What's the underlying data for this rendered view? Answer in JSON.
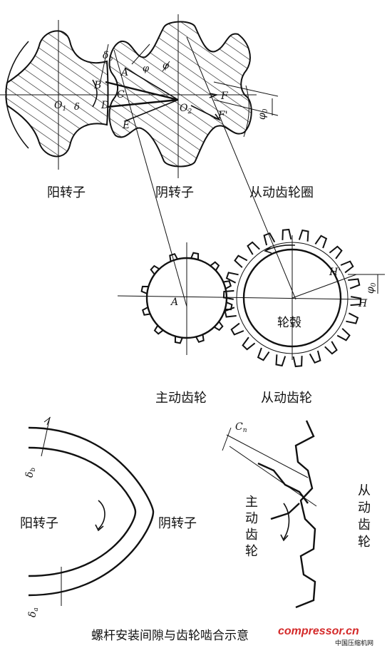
{
  "top": {
    "label_left": "阳转子",
    "label_right": "阴转子",
    "label_ring": "从动齿轮圈",
    "symbols": {
      "delta_top": "δ",
      "delta_top_sub": "b",
      "phi1": "φ",
      "phi2": "φ",
      "A": "A",
      "B": "B",
      "C": "C",
      "D": "D",
      "E": "E",
      "O1": "O",
      "O1_sub": "1",
      "O2": "O",
      "O2_sub": "2",
      "delta_mid": "δ",
      "F": "F",
      "F_prime": "F'",
      "phi0": "φ",
      "phi0_sub": "0"
    }
  },
  "middle": {
    "label_drive": "主动齿轮",
    "label_driven": "从动齿轮",
    "label_hub": "轮毂",
    "symbols": {
      "A": "A",
      "H_prime": "H'",
      "H": "H",
      "phi0": "φ",
      "phi0_sub": "0"
    }
  },
  "bottom": {
    "label_male": "阳转子",
    "label_female": "阴转子",
    "label_drive_vertical": [
      "主",
      "动",
      "齿",
      "轮"
    ],
    "label_driven_vertical": [
      "从",
      "动",
      "齿",
      "轮"
    ],
    "symbols": {
      "delta_top": "δ",
      "delta_top_sub": "b",
      "delta_bot": "δ",
      "delta_bot_sub": "a",
      "Cn": "C",
      "Cn_sub": "n"
    }
  },
  "caption": "螺杆安装间隙与齿轮啮合示意",
  "watermark": {
    "main": "compressor.cn",
    "sub": "中国压缩机网",
    "colors": {
      "red": "#d42a2a",
      "gray": "#9a9a9a"
    }
  }
}
